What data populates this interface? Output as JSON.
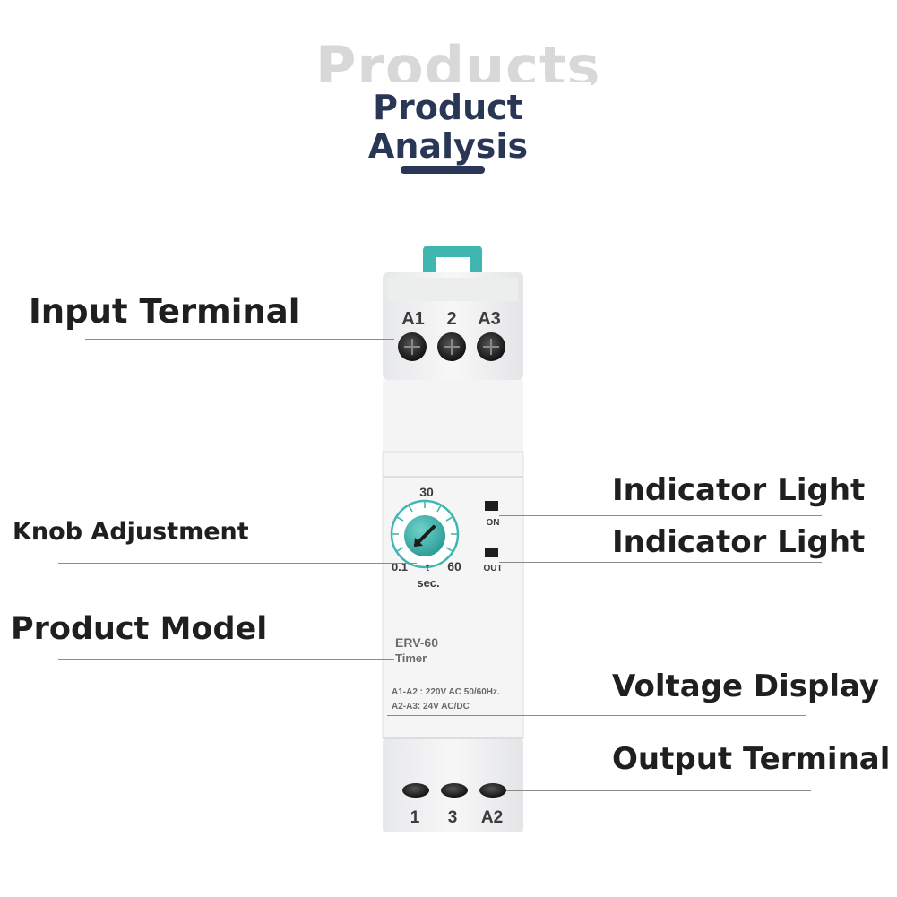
{
  "header": {
    "back_title": "Products",
    "title_line1": "Product",
    "title_line2": "Analysis"
  },
  "callouts": {
    "input_terminal": "Input Terminal",
    "knob_adjustment": "Knob Adjustment",
    "product_model": "Product Model",
    "indicator_light_1": "Indicator Light",
    "indicator_light_2": "Indicator Light",
    "voltage_display": "Voltage Display",
    "output_terminal": "Output Terminal"
  },
  "device": {
    "top_terminals": [
      "A1",
      "2",
      "A3"
    ],
    "bottom_terminals": [
      "1",
      "3",
      "A2"
    ],
    "dial_max": "30",
    "dial_min": "0.1",
    "dial_end": "60",
    "dial_mark": "t",
    "dial_unit": "sec.",
    "led_on": "ON",
    "led_out": "OUT",
    "model": "ERV-60",
    "model_type": "Timer",
    "voltage_line1": "A1-A2 : 220V AC 50/60Hz.",
    "voltage_line2": "A2-A3: 24V AC/DC"
  },
  "colors": {
    "title": "#2a3656",
    "accent_teal": "#3fb7b0",
    "body": "#f2f3f5"
  }
}
